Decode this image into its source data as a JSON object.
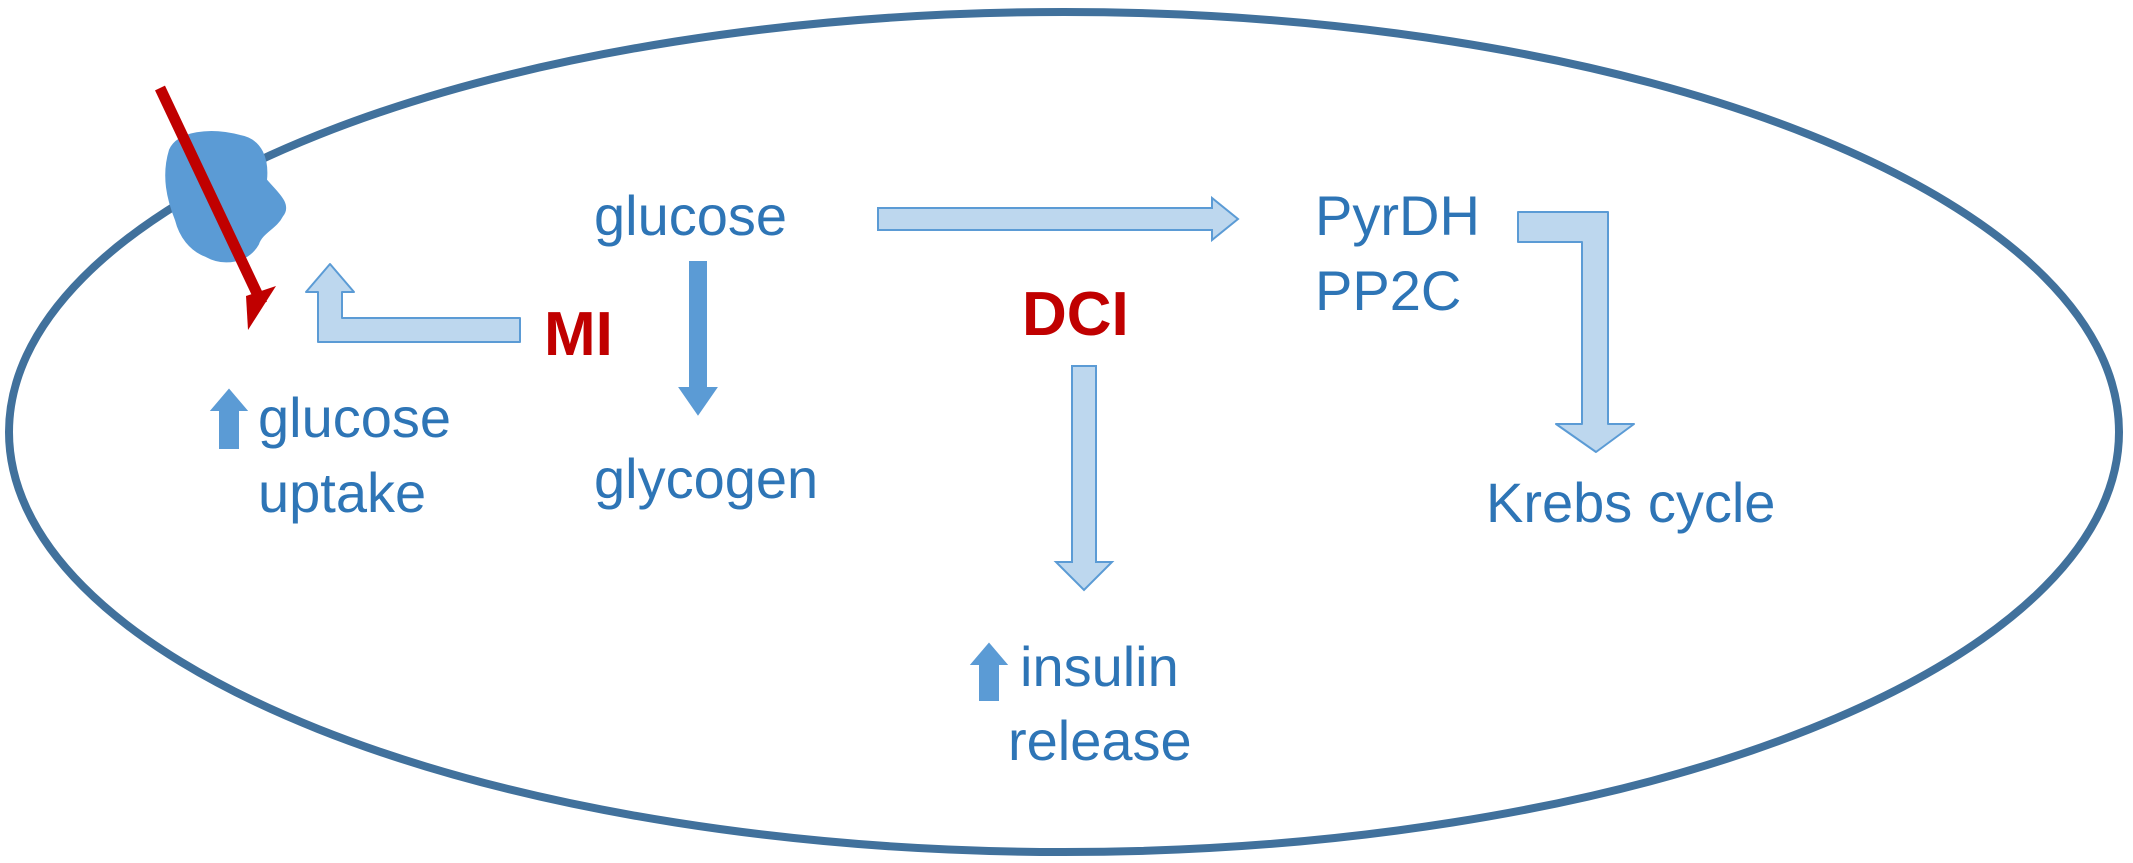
{
  "colors": {
    "text_blue": "#2e75b6",
    "cell_outline": "#41719c",
    "arrow_dark_fill": "#5b9bd5",
    "arrow_light_fill": "#bdd7ee",
    "arrow_light_stroke": "#5b9bd5",
    "transporter_fill": "#5b9bd5",
    "inhibit_red": "#c00000",
    "label_red": "#c00000"
  },
  "labels": {
    "glucose": "glucose",
    "glycogen": "glycogen",
    "mi": "MI",
    "dci": "DCI",
    "pyrdh": "PyrDH",
    "pp2c": "PP2C",
    "krebs": "Krebs cycle",
    "glucose_uptake_line1": "glucose",
    "glucose_uptake_line2": "uptake",
    "insulin_line1": "insulin",
    "insulin_line2": "release"
  },
  "icons": {
    "up_arrow_uptake": "up-arrow-icon",
    "up_arrow_insulin": "up-arrow-icon",
    "transporter": "glucose-transporter-icon",
    "inhibition": "inhibition-slash-icon"
  }
}
